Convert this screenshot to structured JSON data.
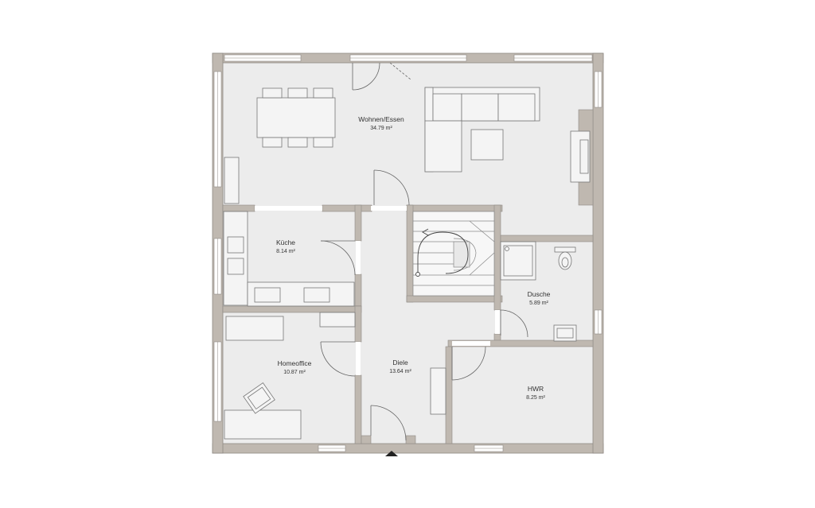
{
  "colors": {
    "background": "#ffffff",
    "floor": "#ececec",
    "wall": "#bfb8b0",
    "wall_edge": "#8f8a85",
    "furniture_fill": "#f4f4f4",
    "furniture_line": "#777777",
    "text": "#333333"
  },
  "rooms": [
    {
      "id": "wohnen-essen",
      "name": "Wohnen/Essen",
      "area": "34.79 m²"
    },
    {
      "id": "kueche",
      "name": "Küche",
      "area": "8.14 m²"
    },
    {
      "id": "dusche",
      "name": "Dusche",
      "area": "5.89 m²"
    },
    {
      "id": "homeoffice",
      "name": "Homeoffice",
      "area": "10.87 m²"
    },
    {
      "id": "diele",
      "name": "Diele",
      "area": "13.64 m²"
    },
    {
      "id": "hwr",
      "name": "HWR",
      "area": "8.25 m²"
    }
  ],
  "icons": {
    "entrance": "entrance-arrow-icon"
  }
}
